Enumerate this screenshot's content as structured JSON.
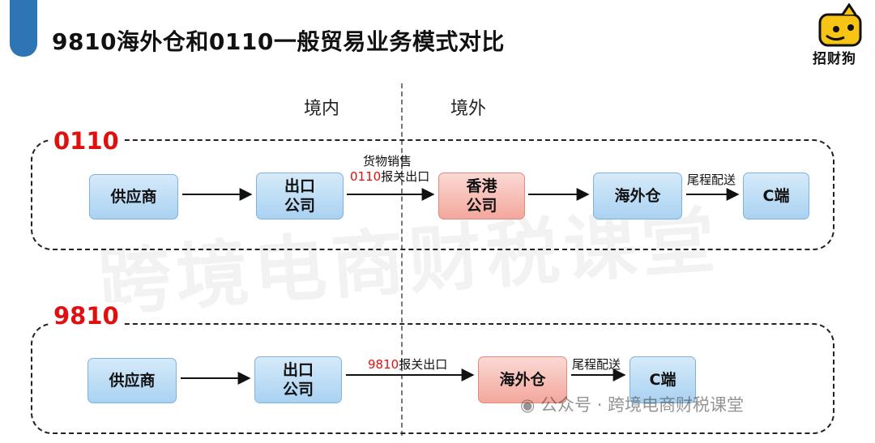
{
  "header": {
    "title": "9810海外仓和0110一般贸易业务模式对比",
    "logo_text": "招财狗"
  },
  "regions": {
    "domestic": "境内",
    "overseas": "境外"
  },
  "watermark": "跨境电商财税课堂",
  "footer": {
    "wechat_label": "公众号 · 跨境电商财税课堂"
  },
  "section_0110": {
    "label": "0110",
    "nodes": {
      "supplier": "供应商",
      "export_line1": "出口",
      "export_line2": "公司",
      "hk_line1": "香港",
      "hk_line2": "公司",
      "warehouse": "海外仓",
      "customer": "C端"
    },
    "edge_sale": "货物销售",
    "edge_declare_code": "0110",
    "edge_declare_text": "报关出口",
    "edge_last_mile": "尾程配送"
  },
  "section_9810": {
    "label": "9810",
    "nodes": {
      "supplier": "供应商",
      "export_line1": "出口",
      "export_line2": "公司",
      "warehouse": "海外仓",
      "customer": "C端"
    },
    "edge_declare_code": "9810",
    "edge_declare_text": "报关出口",
    "edge_last_mile": "尾程配送"
  },
  "colors": {
    "accent": "#2e75b6",
    "label_red": "#e01010",
    "node_blue": "#a9d2f2",
    "node_pink": "#f3a79d"
  }
}
